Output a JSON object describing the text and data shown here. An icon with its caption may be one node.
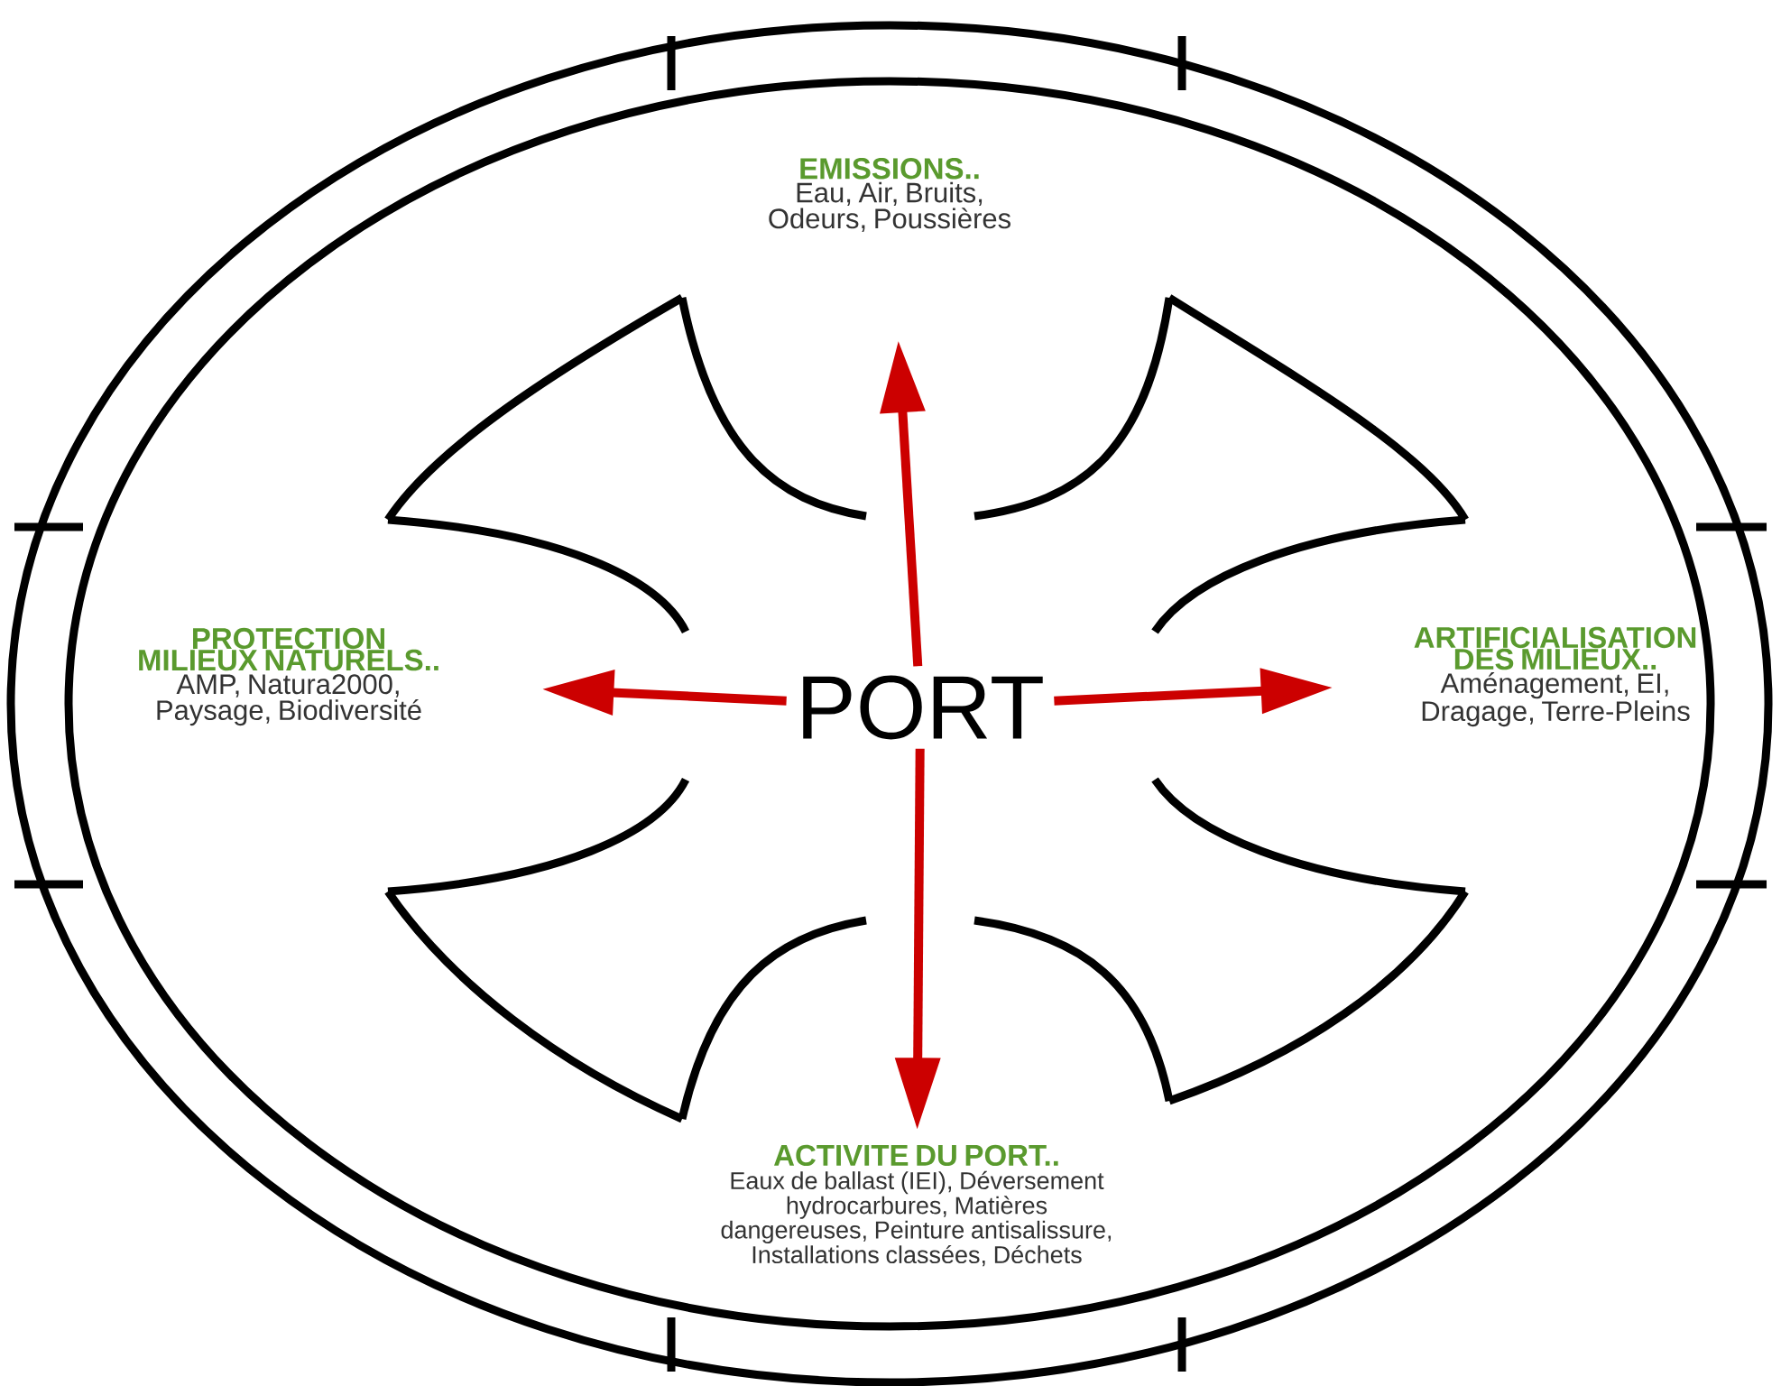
{
  "diagram": {
    "nodes": [
      {
        "text": [
          "EMISSIONS..",
          "Eau, Air, Bruits, Odeurs, Poussières"
        ]
      },
      {
        "text": [
          "PROTECTION MILIEUX NATURELS..",
          "AMP, Natura2000, Paysage, Biodiversité"
        ]
      },
      {
        "text": [
          "PORT"
        ]
      },
      {
        "text": [
          "ARTIFICIALISATION DES MILIEUX..",
          "Aménagement, EI, Dragage, Terre-Pleins"
        ]
      },
      {
        "text": [
          "ACTIVITE DU PORT..",
          "Eaux de ballast (IEI), Déversement hydrocarbures, Matières dangereuses, Peinture antisalissure, Installations classées, Déchets"
        ]
      }
    ],
    "edges": [
      {
        "from": 2,
        "to": 0,
        "arrow": "to"
      },
      {
        "from": 2,
        "to": 1,
        "arrow": "to"
      },
      {
        "from": 2,
        "to": 3,
        "arrow": "to"
      },
      {
        "from": 2,
        "to": 4,
        "arrow": "to"
      }
    ]
  }
}
